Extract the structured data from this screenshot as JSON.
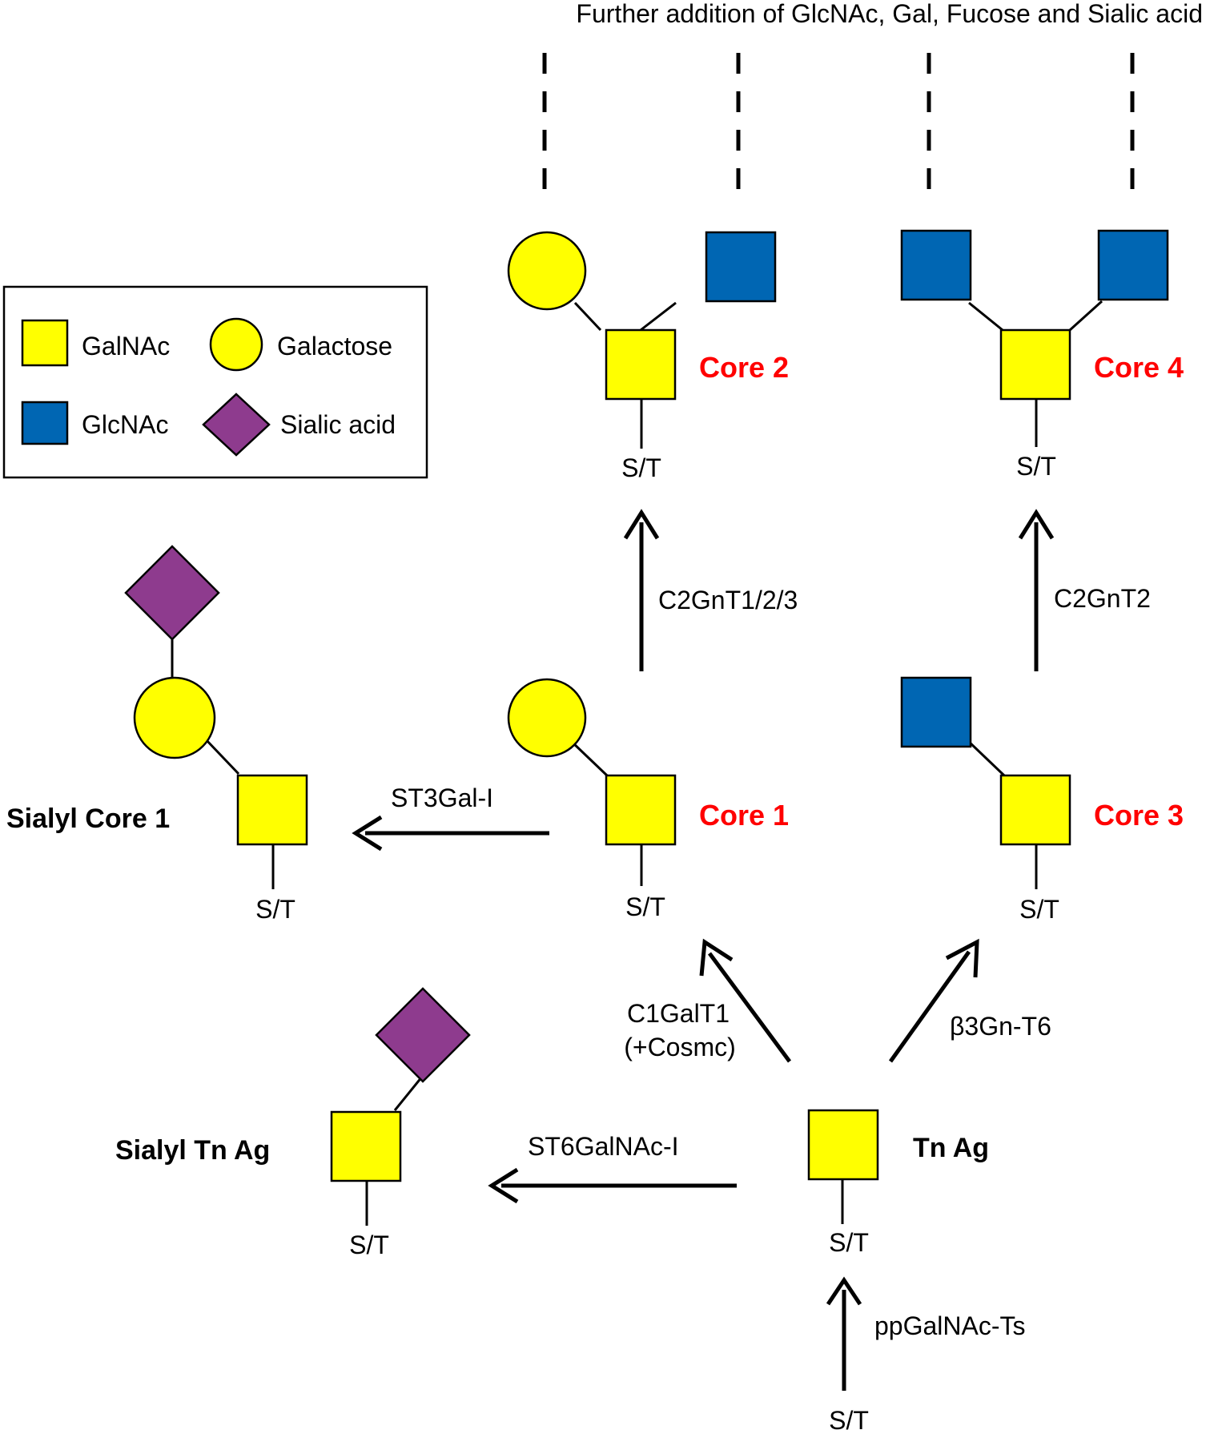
{
  "header": {
    "text": "Further addition of GlcNAc, Gal, Fucose and Sialic acid"
  },
  "legend": {
    "items": [
      {
        "label": "GalNAc",
        "shape": "yellow-square"
      },
      {
        "label": "Galactose",
        "shape": "yellow-circle"
      },
      {
        "label": "GlcNAc",
        "shape": "blue-square"
      },
      {
        "label": "Sialic acid",
        "shape": "purple-diamond"
      }
    ]
  },
  "colors": {
    "galnac": "#FFFF00",
    "galactose": "#FFFF00",
    "glcnac": "#0066B3",
    "sialic": "#8E3B8E",
    "core_label": "#FF0000"
  },
  "structures": {
    "core2": {
      "name": "Core 2",
      "site": "S/T"
    },
    "core4": {
      "name": "Core 4",
      "site": "S/T"
    },
    "sialyl_core1": {
      "name": "Sialyl Core 1",
      "site": "S/T"
    },
    "core1": {
      "name": "Core 1",
      "site": "S/T"
    },
    "core3": {
      "name": "Core 3",
      "site": "S/T"
    },
    "sialyl_tn": {
      "name": "Sialyl Tn Ag",
      "site": "S/T"
    },
    "tn": {
      "name": "Tn Ag",
      "site": "S/T"
    },
    "start": {
      "site": "S/T"
    }
  },
  "enzymes": {
    "c2gnt123": "C2GnT1/2/3",
    "c2gnt2": "C2GnT2",
    "st3gal": "ST3Gal-I",
    "c1galt1_line1": "C1GalT1",
    "c1galt1_line2": "(+Cosmc)",
    "b3gnt6": "β3Gn-T6",
    "st6galnac": "ST6GalNAc-I",
    "ppgalnac": "ppGalNAc-Ts"
  }
}
